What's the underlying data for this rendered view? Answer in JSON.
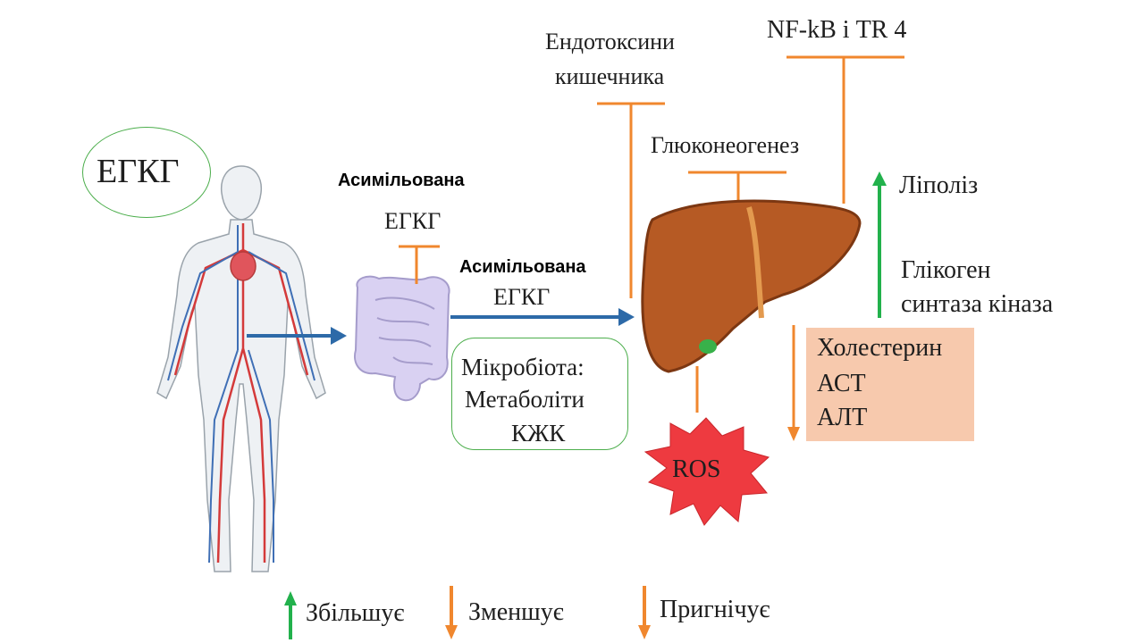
{
  "colors": {
    "increase": "#22b14c",
    "decrease": "#f0872e",
    "inhibit": "#f0872e",
    "flow_arrow": "#2d6aa8",
    "liver": "#b65a24",
    "ros": "#ee3a40",
    "box_fill": "#f7c9ad"
  },
  "labels": {
    "bubble": "ЕГКГ",
    "assim1_title": "Асимільована",
    "assim1_sub": "ЕГКГ",
    "assim2_title": "Асимільована",
    "assim2_sub": "ЕГКГ",
    "micro_1": "Мікробіота:",
    "micro_2": "Метаболіти",
    "micro_3": "КЖК",
    "endotox_1": "Ендотоксини",
    "endotox_2": "кишечника",
    "gluco": "Глюконеогенез",
    "nfkb": "NF-kB і TR 4",
    "lipolysis": "Ліполіз",
    "glycogen_1": "Глікоген",
    "glycogen_2": "синтаза кіназа",
    "chol_1": "Холестерин",
    "chol_2": "АСТ",
    "chol_3": "АЛТ",
    "ros": "ROS"
  },
  "legend": {
    "increase": "Збільшує",
    "decrease": "Зменшує",
    "inhibit": "Пригнічує"
  },
  "icons": {
    "body": "human-body-circulatory-icon",
    "intestine": "intestine-icon",
    "liver": "liver-icon",
    "ros": "starburst-icon"
  }
}
